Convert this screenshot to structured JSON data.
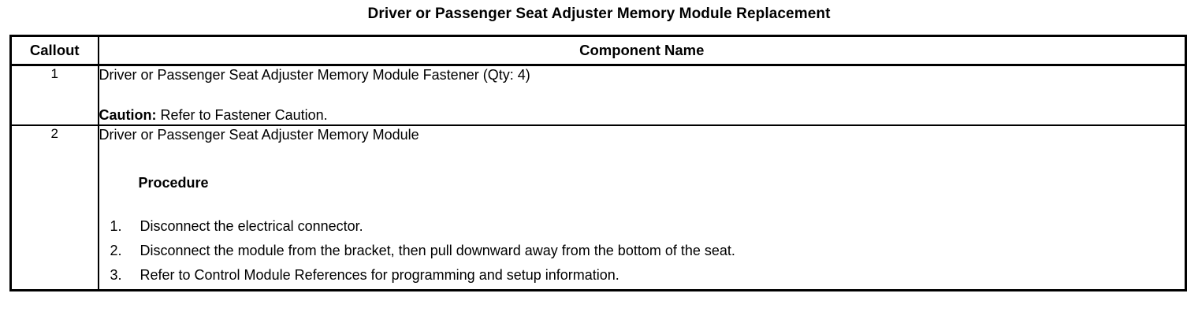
{
  "document": {
    "title": "Driver or Passenger Seat Adjuster Memory Module Replacement"
  },
  "table": {
    "columns": [
      {
        "key": "callout",
        "header": "Callout"
      },
      {
        "key": "component",
        "header": "Component Name"
      }
    ],
    "rows": [
      {
        "callout": "1",
        "component_name": "Driver or Passenger Seat Adjuster Memory Module Fastener (Qty: 4)",
        "caution_label": "Caution:",
        "caution_text": "Refer to Fastener Caution."
      },
      {
        "callout": "2",
        "component_name": "Driver or Passenger Seat Adjuster Memory Module",
        "procedure_heading": "Procedure",
        "procedure_steps": [
          {
            "number": "1.",
            "text": "Disconnect the electrical connector."
          },
          {
            "number": "2.",
            "text": "Disconnect the module from the bracket, then pull downward away from the bottom of the seat."
          },
          {
            "number": "3.",
            "text": "Refer to Control Module References for programming and setup information."
          }
        ]
      }
    ]
  },
  "colors": {
    "text": "#000000",
    "background": "#ffffff",
    "border": "#000000"
  }
}
